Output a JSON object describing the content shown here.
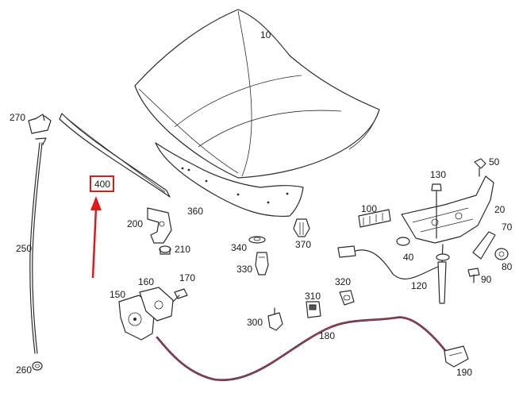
{
  "diagram": {
    "highlight_color": "#e01a1a",
    "cable_color": "#b83a55",
    "highlighted_part": "400",
    "labels": {
      "p10": "10",
      "p20": "20",
      "p40": "40",
      "p50": "50",
      "p70": "70",
      "p80": "80",
      "p90": "90",
      "p100": "100",
      "p120": "120",
      "p130": "130",
      "p150": "150",
      "p160": "160",
      "p170": "170",
      "p180": "180",
      "p190": "190",
      "p200": "200",
      "p210": "210",
      "p250": "250",
      "p260": "260",
      "p270": "270",
      "p300": "300",
      "p310": "310",
      "p320": "320",
      "p330": "330",
      "p340": "340",
      "p360": "360",
      "p370": "370",
      "p400": "400"
    }
  }
}
